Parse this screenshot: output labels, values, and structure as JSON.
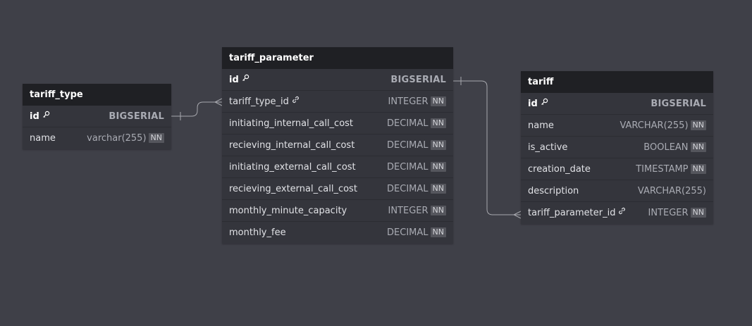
{
  "tables": {
    "tariff_type": {
      "name": "tariff_type",
      "fields": [
        {
          "name": "id",
          "type": "BIGSERIAL",
          "nn": "",
          "icon": "key-icon"
        },
        {
          "name": "name",
          "type": "varchar(255)",
          "nn": "NN",
          "icon": ""
        }
      ]
    },
    "tariff_parameter": {
      "name": "tariff_parameter",
      "fields": [
        {
          "name": "id",
          "type": "BIGSERIAL",
          "nn": "",
          "icon": "key-icon"
        },
        {
          "name": "tariff_type_id",
          "type": "INTEGER",
          "nn": "NN",
          "icon": "link-icon"
        },
        {
          "name": "initiating_internal_call_cost",
          "type": "DECIMAL",
          "nn": "NN",
          "icon": ""
        },
        {
          "name": "recieving_internal_call_cost",
          "type": "DECIMAL",
          "nn": "NN",
          "icon": ""
        },
        {
          "name": "initiating_external_call_cost",
          "type": "DECIMAL",
          "nn": "NN",
          "icon": ""
        },
        {
          "name": "recieving_external_call_cost",
          "type": "DECIMAL",
          "nn": "NN",
          "icon": ""
        },
        {
          "name": "monthly_minute_capacity",
          "type": "INTEGER",
          "nn": "NN",
          "icon": ""
        },
        {
          "name": "monthly_fee",
          "type": "DECIMAL",
          "nn": "NN",
          "icon": ""
        }
      ]
    },
    "tariff": {
      "name": "tariff",
      "fields": [
        {
          "name": "id",
          "type": "BIGSERIAL",
          "nn": "",
          "icon": "key-icon"
        },
        {
          "name": "name",
          "type": "VARCHAR(255)",
          "nn": "NN",
          "icon": ""
        },
        {
          "name": "is_active",
          "type": "BOOLEAN",
          "nn": "NN",
          "icon": ""
        },
        {
          "name": "creation_date",
          "type": "TIMESTAMP",
          "nn": "NN",
          "icon": ""
        },
        {
          "name": "description",
          "type": "VARCHAR(255)",
          "nn": "",
          "icon": ""
        },
        {
          "name": "tariff_parameter_id",
          "type": "INTEGER",
          "nn": "NN",
          "icon": "link-icon"
        }
      ]
    }
  },
  "relations": [
    {
      "from": "tariff_type.id",
      "to": "tariff_parameter.tariff_type_id",
      "cardinality": "one-to-many"
    },
    {
      "from": "tariff_parameter.id",
      "to": "tariff.tariff_parameter_id",
      "cardinality": "one-to-many"
    }
  ],
  "colors": {
    "canvas": "#3f4048",
    "table_body": "#34353c",
    "table_header": "#1f2024",
    "connector": "#a7a8ae",
    "nn_badge": "#55565d"
  }
}
